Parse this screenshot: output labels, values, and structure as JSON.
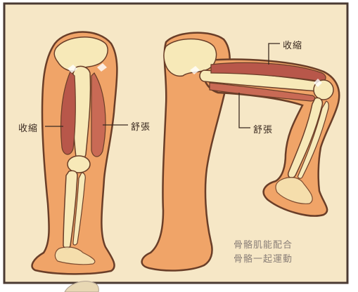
{
  "labels": {
    "contract_left": "收縮",
    "relax_left": "舒張",
    "contract_right": "收縮",
    "relax_right": "舒張"
  },
  "caption": {
    "line1": "骨骼肌能配合",
    "line2": "骨骼一起運動"
  },
  "colors": {
    "background": "#f6e7c6",
    "border": "#4a3a32",
    "skin": "#f0a468",
    "skin_outline": "#6a3e28",
    "bone": "#f7e9b8",
    "muscle": "#b8574a"
  }
}
